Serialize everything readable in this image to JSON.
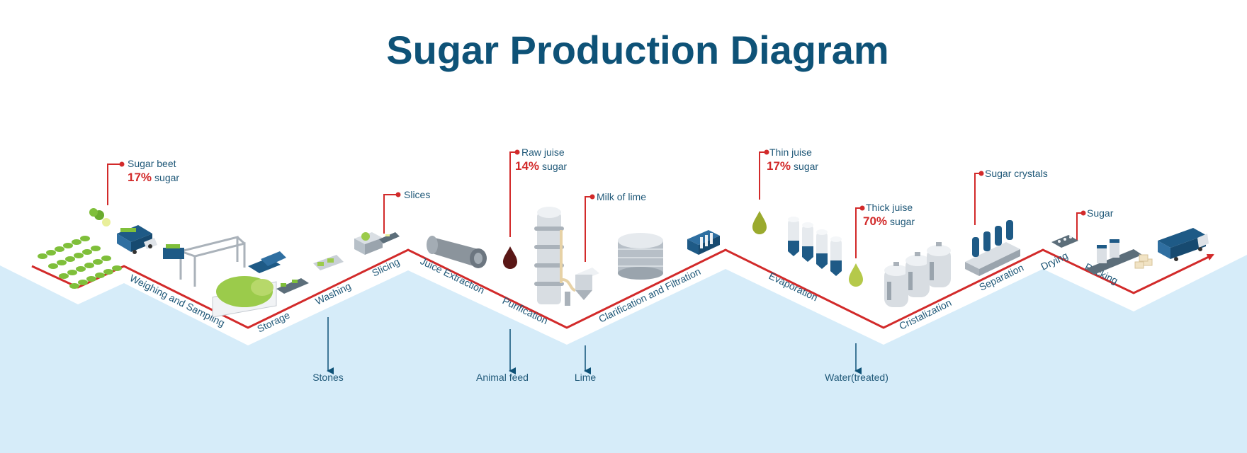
{
  "title": "Sugar Production Diagram",
  "colors": {
    "title": "#0e5277",
    "process_line": "#d22a2a",
    "band": "#d6ecf9",
    "label_text": "#1f5878",
    "arrow": "#0e5277"
  },
  "stages": [
    "Weighing and Sampling",
    "Storage",
    "Washing",
    "Slicing",
    "Juice Extraction",
    "Purification",
    "Clarification and Filtration",
    "Evaporation",
    "Cristalization",
    "Separation",
    "Drying",
    "Packing"
  ],
  "callouts": [
    {
      "name": "Sugar beet",
      "percent": "17%",
      "unit": "sugar"
    },
    {
      "name": "Slices",
      "percent": "",
      "unit": ""
    },
    {
      "name": "Raw juise",
      "percent": "14%",
      "unit": "sugar"
    },
    {
      "name": "Milk of lime",
      "percent": "",
      "unit": ""
    },
    {
      "name": "Thin juise",
      "percent": "17%",
      "unit": "sugar"
    },
    {
      "name": "Thick juise",
      "percent": "70%",
      "unit": "sugar"
    },
    {
      "name": "Sugar crystals",
      "percent": "",
      "unit": ""
    },
    {
      "name": "Sugar",
      "percent": "",
      "unit": ""
    }
  ],
  "byproducts": [
    "Stones",
    "Animal feed",
    "Lime",
    "Water(treated)"
  ],
  "icons": {
    "field": "beet-field-icon",
    "truck": "truck-icon",
    "crane": "gantry-crane-icon",
    "pile": "beet-pile-icon",
    "washer": "washer-icon",
    "slicer": "slicer-icon",
    "drum": "extraction-drum-icon",
    "tower": "purification-tower-icon",
    "tank": "clarifier-tank-icon",
    "filter": "filter-press-icon",
    "evaporators": "evaporator-icon",
    "crystallizers": "crystallizer-icon",
    "centrifuges": "centrifuge-icon",
    "packing": "packing-line-icon",
    "drop_dark": "raw-juice-drop-icon",
    "drop_green": "juice-drop-icon"
  }
}
